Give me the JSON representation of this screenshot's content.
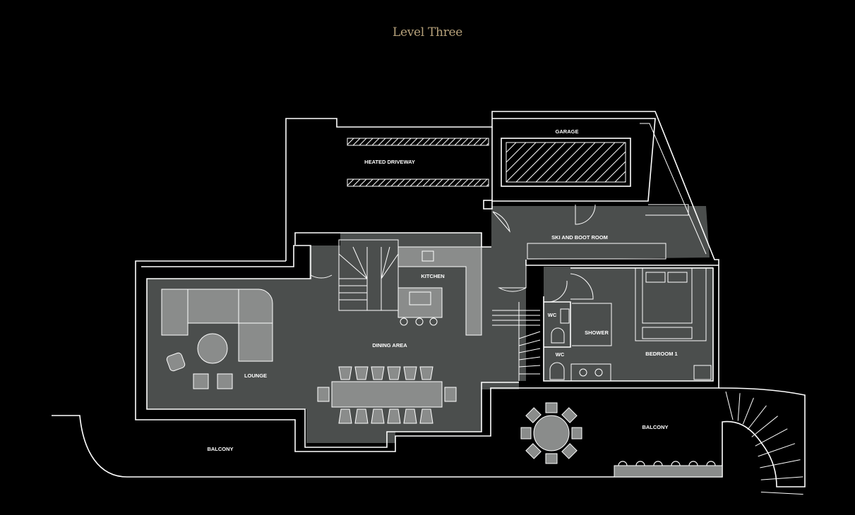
{
  "title": "Level Three",
  "rooms": {
    "heated_driveway": "HEATED DRIVEWAY",
    "garage": "GARAGE",
    "ski_boot_room": "SKI AND BOOT ROOM",
    "kitchen": "KITCHEN",
    "dining_area": "DINING AREA",
    "lounge": "LOUNGE",
    "wc_1": "WC",
    "wc_2": "WC",
    "shower": "SHOWER",
    "bedroom_1": "BEDROOM 1",
    "balcony_left": "BALCONY",
    "balcony_right": "BALCONY"
  },
  "colors": {
    "title": "#b7a27b",
    "floor": "#4b4e4d",
    "furniture": "#8a8c8b",
    "walls": "#ffffff"
  }
}
